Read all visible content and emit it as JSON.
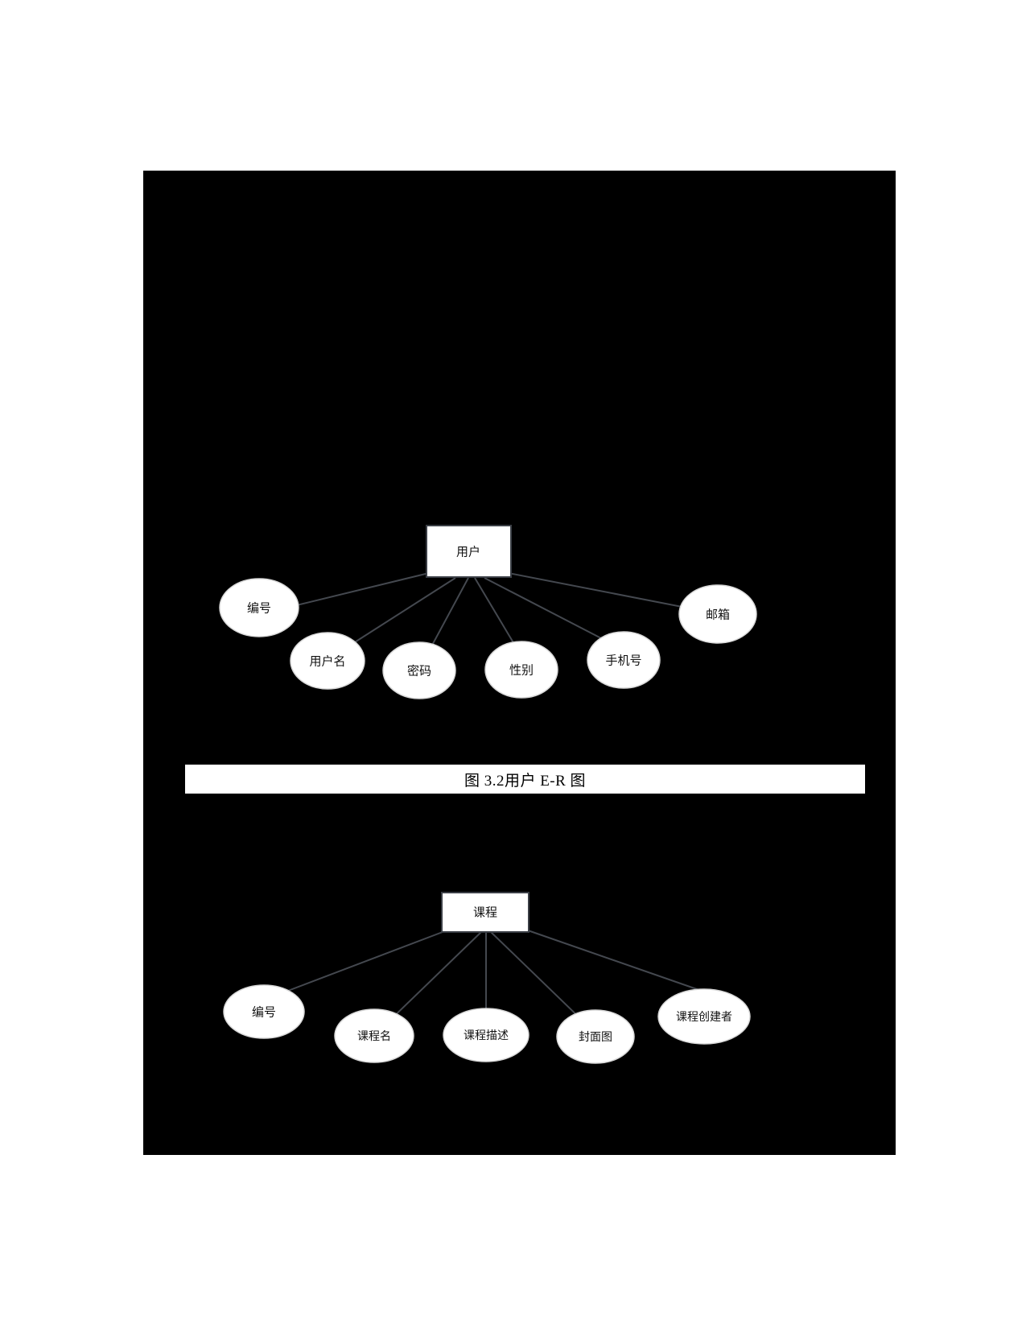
{
  "document": {
    "background_color": "#ffffff",
    "panel_color": "#000000"
  },
  "caption": {
    "text": "图 3.2用户 E-R 图"
  },
  "diagrams": [
    {
      "id": "user-er-diagram",
      "entity": {
        "label": "用户"
      },
      "attributes": [
        {
          "label": "编号"
        },
        {
          "label": "用户名"
        },
        {
          "label": "密码"
        },
        {
          "label": "性别"
        },
        {
          "label": "手机号"
        },
        {
          "label": "邮箱"
        }
      ]
    },
    {
      "id": "course-er-diagram",
      "entity": {
        "label": "课程"
      },
      "attributes": [
        {
          "label": "编号"
        },
        {
          "label": "课程名"
        },
        {
          "label": "课程描述"
        },
        {
          "label": "封面图"
        },
        {
          "label": "课程创建者"
        }
      ]
    }
  ],
  "chart_data": {
    "type": "diagram",
    "title": "图 3.2用户 E-R 图",
    "notation": "entity-relationship",
    "entities": [
      {
        "name": "用户",
        "shape": "rectangle",
        "attributes": [
          "编号",
          "用户名",
          "密码",
          "性别",
          "手机号",
          "邮箱"
        ]
      },
      {
        "name": "课程",
        "shape": "rectangle",
        "attributes": [
          "编号",
          "课程名",
          "课程描述",
          "封面图",
          "课程创建者"
        ]
      }
    ],
    "relationships": []
  }
}
